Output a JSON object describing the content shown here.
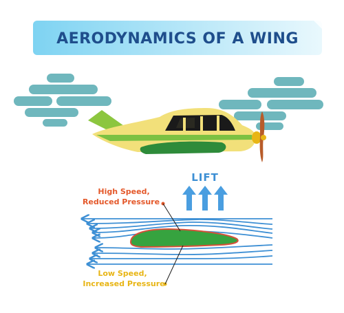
{
  "title": "AERODYNAMICS OF A WING",
  "lift_label": "LIFT",
  "upper_label": {
    "line1": "High Speed,",
    "line2": "Reduced Pressure"
  },
  "lower_label": {
    "line1": "Low Speed,",
    "line2": "Increased Pressure"
  },
  "colors": {
    "title_text": "#1f4e8c",
    "banner_start": "#7ed3f2",
    "banner_end": "#e9f8fd",
    "cloud": "#6fb7bd",
    "airflow": "#3d8fd4",
    "lift_arrow": "#4a9ee0",
    "upper_label": "#e4582a",
    "lower_label": "#e8b515",
    "wing_fill": "#36a33f",
    "wing_outline": "#d6503a",
    "fuselage": "#f2e07a",
    "stripe": "#7cc142",
    "tail": "#8cc63f",
    "plane_wing": "#2e8b3a",
    "propeller": "#b85c2a"
  }
}
